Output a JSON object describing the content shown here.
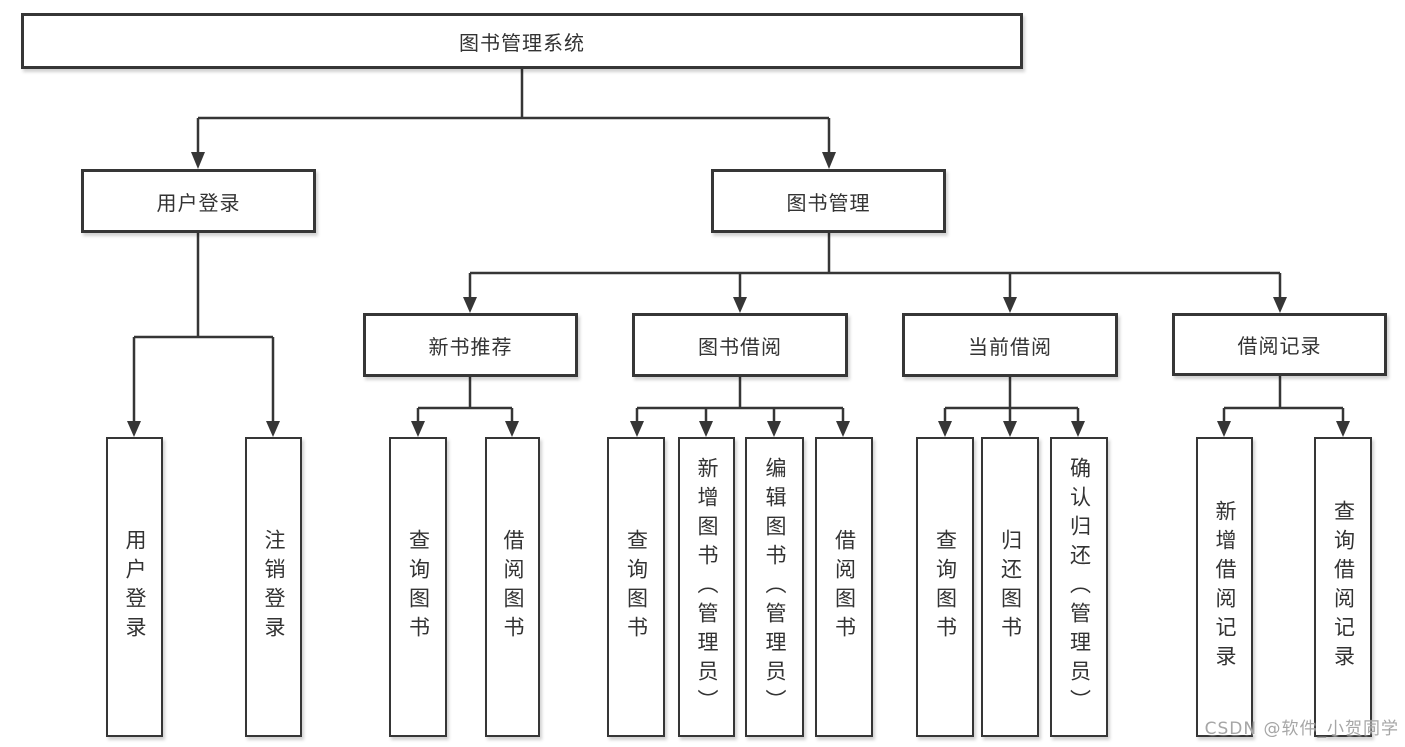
{
  "diagram": {
    "type": "tree",
    "colors": {
      "background": "#ffffff",
      "box_border": "#363636",
      "connector_line": "#363636",
      "text": "#333333",
      "watermark_text": "#a6a6a6"
    },
    "watermark": {
      "text": "CSDN @软件_小贺同学"
    },
    "tree": {
      "label": "图书管理系统",
      "children": [
        {
          "label": "用户登录",
          "children": [
            {
              "label": "用户登录"
            },
            {
              "label": "注销登录"
            }
          ]
        },
        {
          "label": "图书管理",
          "children": [
            {
              "label": "新书推荐",
              "children": [
                {
                  "label": "查询图书"
                },
                {
                  "label": "借阅图书"
                }
              ]
            },
            {
              "label": "图书借阅",
              "children": [
                {
                  "label": "查询图书"
                },
                {
                  "label": "新增图书（管理员）"
                },
                {
                  "label": "编辑图书（管理员）"
                },
                {
                  "label": "借阅图书"
                }
              ]
            },
            {
              "label": "当前借阅",
              "children": [
                {
                  "label": "查询图书"
                },
                {
                  "label": "归还图书"
                },
                {
                  "label": "确认归还（管理员）"
                }
              ]
            },
            {
              "label": "借阅记录",
              "children": [
                {
                  "label": "新增借阅记录"
                },
                {
                  "label": "查询借阅记录"
                }
              ]
            }
          ]
        }
      ]
    }
  }
}
